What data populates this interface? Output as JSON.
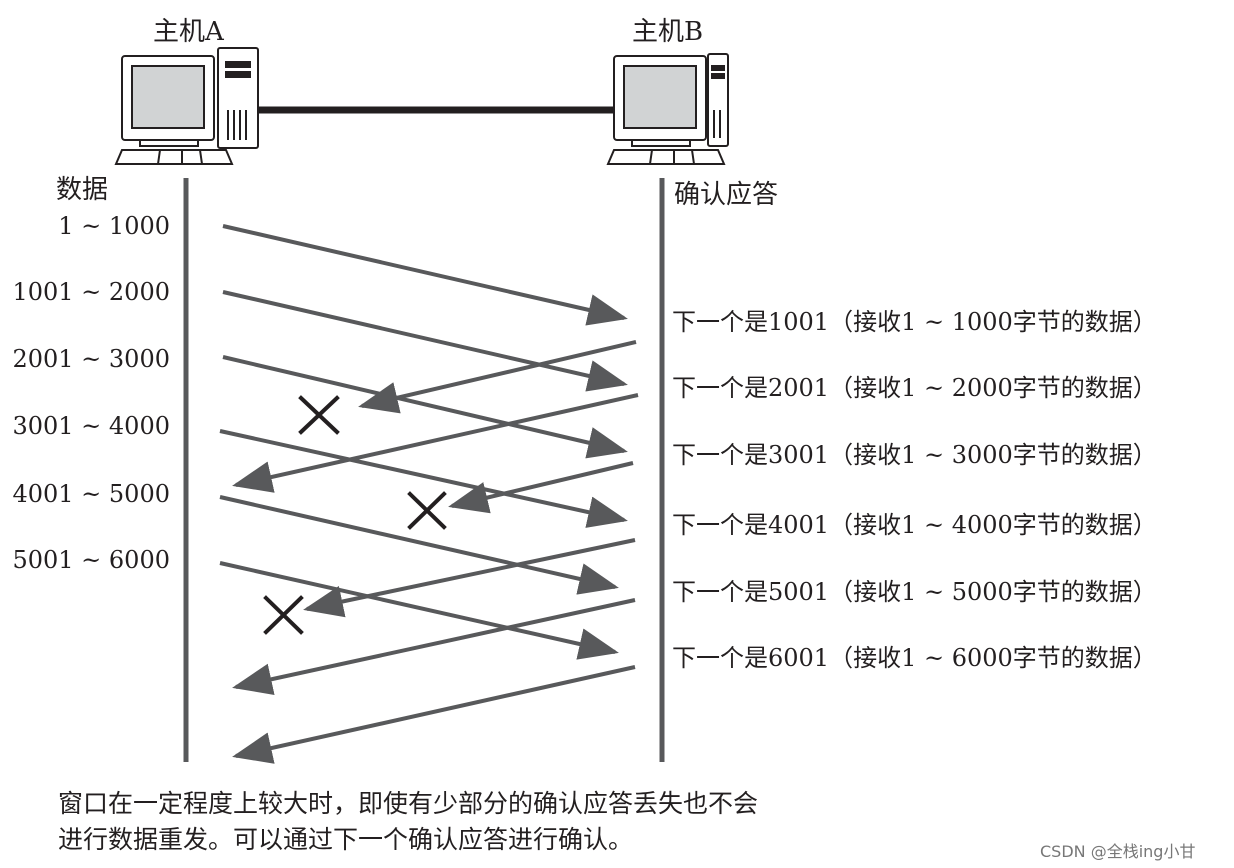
{
  "hosts": {
    "a_label": "主机A",
    "b_label": "主机B"
  },
  "columns": {
    "left_header": "数据",
    "right_header": "确认应答"
  },
  "segments": [
    {
      "label": "1 ~ 1000",
      "lost_ack": false
    },
    {
      "label": "1001 ~ 2000",
      "lost_ack": true
    },
    {
      "label": "2001 ~ 3000",
      "lost_ack": false
    },
    {
      "label": "3001 ~ 4000",
      "lost_ack": true
    },
    {
      "label": "4001 ~ 5000",
      "lost_ack": true
    },
    {
      "label": "5001 ~ 6000",
      "lost_ack": false
    }
  ],
  "acks": [
    "下一个是1001（接收1 ~ 1000字节的数据）",
    "下一个是2001（接收1 ~ 2000字节的数据）",
    "下一个是3001（接收1 ~ 3000字节的数据）",
    "下一个是4001（接收1 ~ 4000字节的数据）",
    "下一个是5001（接收1 ~ 5000字节的数据）",
    "下一个是6001（接收1 ~ 6000字节的数据）"
  ],
  "caption": {
    "line1": "窗口在一定程度上较大时，即使有少部分的确认应答丢失也不会",
    "line2": "进行数据重发。可以通过下一个确认应答进行确认。"
  },
  "watermark": "CSDN @全栈ing小甘",
  "colors": {
    "arrow": "#58595b",
    "timeline": "#58595b",
    "link": "#231f20",
    "text": "#231f20",
    "lost_marker": "#231f20"
  }
}
